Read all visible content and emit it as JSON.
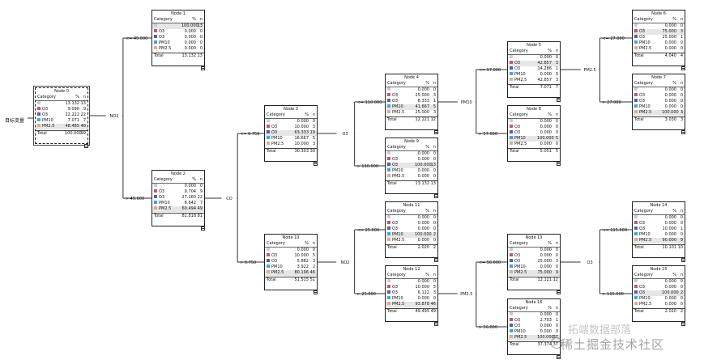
{
  "target_label": "目标变量",
  "watermark": {
    "text": "稀土掘金技术社区",
    "sub": "拓端数据部落"
  },
  "colors": {
    "blank": "#c9c8e6",
    "O3_a": "#c0587a",
    "O3": "#5a5fa8",
    "PM10": "#4aa5cc",
    "PM2.5": "#e3a98a"
  },
  "column_headers": {
    "category": "Category",
    "percent": "%",
    "n": "n"
  },
  "total_label": "Total",
  "nodes": [
    {
      "id": "n0",
      "title": "Node 0",
      "rows": [
        [
          "",
          "",
          "13.132",
          "13"
        ],
        [
          "O3_a",
          "O3",
          "9.090",
          "9"
        ],
        [
          "O3",
          "O3",
          "22.222",
          "22"
        ],
        [
          "PM10",
          "PM10",
          "7.071",
          "7"
        ],
        [
          "PM2.5",
          "PM2.5",
          "48.485",
          "48"
        ]
      ],
      "hl": 4,
      "total": [
        "100.000",
        "99"
      ]
    },
    {
      "id": "n1",
      "title": "Node 1",
      "rows": [
        [
          "",
          "",
          "100.000",
          "13"
        ],
        [
          "O3_a",
          "O3",
          "0.000",
          "0"
        ],
        [
          "O3",
          "O3",
          "0.000",
          "0"
        ],
        [
          "PM10",
          "PM10",
          "0.000",
          "0"
        ],
        [
          "PM2.5",
          "PM2.5",
          "0.000",
          "0"
        ]
      ],
      "hl": 0,
      "total": [
        "13.132",
        "13"
      ]
    },
    {
      "id": "n2",
      "title": "Node 2",
      "rows": [
        [
          "",
          "",
          "0.000",
          "0"
        ],
        [
          "O3_a",
          "O3",
          "9.704",
          "9"
        ],
        [
          "O3",
          "O3",
          "27.160",
          "22"
        ],
        [
          "PM10",
          "PM10",
          "8.642",
          "7"
        ],
        [
          "PM2.5",
          "PM2.5",
          "60.494",
          "49"
        ]
      ],
      "hl": 4,
      "total": [
        "81.818",
        "81"
      ]
    },
    {
      "id": "n3",
      "title": "Node 3",
      "rows": [
        [
          "",
          "",
          "0.000",
          "0"
        ],
        [
          "O3_a",
          "O3",
          "10.000",
          "3"
        ],
        [
          "O3",
          "O3",
          "63.333",
          "19"
        ],
        [
          "PM10",
          "PM10",
          "16.667",
          "5"
        ],
        [
          "PM2.5",
          "PM2.5",
          "10.000",
          "3"
        ]
      ],
      "hl": 2,
      "total": [
        "30.303",
        "30"
      ]
    },
    {
      "id": "n10",
      "title": "Node 10",
      "rows": [
        [
          "",
          "",
          "0.000",
          "0"
        ],
        [
          "O3_a",
          "O3",
          "10.000",
          "5"
        ],
        [
          "O3",
          "O3",
          "5.882",
          "3"
        ],
        [
          "PM10",
          "PM10",
          "3.922",
          "2"
        ],
        [
          "PM2.5",
          "PM2.5",
          "80.196",
          "46"
        ]
      ],
      "hl": 4,
      "total": [
        "51.515",
        "51"
      ]
    },
    {
      "id": "n4",
      "title": "Node 4",
      "rows": [
        [
          "",
          "",
          "0.000",
          "0"
        ],
        [
          "O3_a",
          "O3",
          "25.000",
          "3"
        ],
        [
          "O3",
          "O3",
          "8.333",
          "1"
        ],
        [
          "PM10",
          "PM10",
          "41.667",
          "5"
        ],
        [
          "PM2.5",
          "PM2.5",
          "25.000",
          "3"
        ]
      ],
      "hl": 3,
      "total": [
        "12.121",
        "12"
      ]
    },
    {
      "id": "n9",
      "title": "Node 9",
      "rows": [
        [
          "",
          "",
          "0.000",
          "0"
        ],
        [
          "O3_a",
          "O3",
          "0.000",
          "0"
        ],
        [
          "O3",
          "O3",
          "100.000",
          "13"
        ],
        [
          "PM10",
          "PM10",
          "0.000",
          "0"
        ],
        [
          "PM2.5",
          "PM2.5",
          "0.000",
          "0"
        ]
      ],
      "hl": 2,
      "total": [
        "13.132",
        "13"
      ]
    },
    {
      "id": "n11",
      "title": "Node 11",
      "rows": [
        [
          "",
          "",
          "0.000",
          "0"
        ],
        [
          "O3_a",
          "O3",
          "0.000",
          "0"
        ],
        [
          "O3",
          "O3",
          "0.000",
          "0"
        ],
        [
          "PM10",
          "PM10",
          "100.000",
          "2"
        ],
        [
          "PM2.5",
          "PM2.5",
          "0.000",
          "0"
        ]
      ],
      "hl": 3,
      "total": [
        "2.020",
        "2"
      ]
    },
    {
      "id": "n12",
      "title": "Node 12",
      "rows": [
        [
          "",
          "",
          "0.000",
          "0"
        ],
        [
          "O3_a",
          "O3",
          "10.000",
          "5"
        ],
        [
          "O3",
          "O3",
          "6.122",
          "3"
        ],
        [
          "PM10",
          "PM10",
          "0.000",
          "0"
        ],
        [
          "PM2.5",
          "PM2.5",
          "93.878",
          "46"
        ]
      ],
      "hl": 4,
      "total": [
        "49.495",
        "49"
      ]
    },
    {
      "id": "n5",
      "title": "Node 5",
      "rows": [
        [
          "",
          "",
          "0.000",
          "0"
        ],
        [
          "O3_a",
          "O3",
          "42.857",
          "3"
        ],
        [
          "O3",
          "O3",
          "14.286",
          "1"
        ],
        [
          "PM10",
          "PM10",
          "0.000",
          "0"
        ],
        [
          "PM2.5",
          "PM2.5",
          "42.857",
          "3"
        ]
      ],
      "hl": 1,
      "total": [
        "7.071",
        "7"
      ]
    },
    {
      "id": "n8",
      "title": "Node 8",
      "rows": [
        [
          "",
          "",
          "0.000",
          "0"
        ],
        [
          "O3_a",
          "O3",
          "0.000",
          "0"
        ],
        [
          "O3",
          "O3",
          "0.000",
          "0"
        ],
        [
          "PM10",
          "PM10",
          "100.000",
          "5"
        ],
        [
          "PM2.5",
          "PM2.5",
          "0.000",
          "0"
        ]
      ],
      "hl": 3,
      "total": [
        "5.051",
        "5"
      ]
    },
    {
      "id": "n13",
      "title": "Node 13",
      "rows": [
        [
          "",
          "",
          "0.000",
          "0"
        ],
        [
          "O3_a",
          "O3",
          "0.000",
          "0"
        ],
        [
          "O3",
          "O3",
          "25.000",
          "3"
        ],
        [
          "PM10",
          "PM10",
          "0.000",
          "0"
        ],
        [
          "PM2.5",
          "PM2.5",
          "75.000",
          "9"
        ]
      ],
      "hl": 4,
      "total": [
        "12.121",
        "12"
      ]
    },
    {
      "id": "n16",
      "title": "Node 16",
      "rows": [
        [
          "",
          "",
          "0.000",
          "0"
        ],
        [
          "O3_a",
          "O3",
          "2.703",
          "1"
        ],
        [
          "O3",
          "O3",
          "0.000",
          "0"
        ],
        [
          "PM10",
          "PM10",
          "0.000",
          "0"
        ],
        [
          "PM2.5",
          "PM2.5",
          "100.000",
          "37"
        ]
      ],
      "hl": 4,
      "total": [
        "37.374",
        "37"
      ]
    },
    {
      "id": "n6",
      "title": "Node 6",
      "rows": [
        [
          "",
          "",
          "0.000",
          "0"
        ],
        [
          "O3_a",
          "O3",
          "75.000",
          "3"
        ],
        [
          "O3",
          "O3",
          "25.000",
          "1"
        ],
        [
          "PM10",
          "PM10",
          "0.000",
          "0"
        ],
        [
          "PM2.5",
          "PM2.5",
          "0.000",
          "0"
        ]
      ],
      "hl": 1,
      "total": [
        "4.040",
        "4"
      ]
    },
    {
      "id": "n7",
      "title": "Node 7",
      "rows": [
        [
          "",
          "",
          "0.000",
          "0"
        ],
        [
          "O3_a",
          "O3",
          "0.000",
          "0"
        ],
        [
          "O3",
          "O3",
          "0.000",
          "0"
        ],
        [
          "PM10",
          "PM10",
          "0.000",
          "0"
        ],
        [
          "PM2.5",
          "PM2.5",
          "100.000",
          "3"
        ]
      ],
      "hl": 4,
      "total": [
        "3.030",
        "3"
      ]
    },
    {
      "id": "n14",
      "title": "Node 14",
      "rows": [
        [
          "",
          "",
          "0.000",
          "0"
        ],
        [
          "O3_a",
          "O3",
          "0.000",
          "0"
        ],
        [
          "O3",
          "O3",
          "10.000",
          "1"
        ],
        [
          "PM10",
          "PM10",
          "0.000",
          "0"
        ],
        [
          "PM2.5",
          "PM2.5",
          "90.000",
          "9"
        ]
      ],
      "hl": 4,
      "total": [
        "10.101",
        "10"
      ]
    },
    {
      "id": "n15",
      "title": "Node 15",
      "rows": [
        [
          "",
          "",
          "0.000",
          "0"
        ],
        [
          "O3_a",
          "O3",
          "0.000",
          "0"
        ],
        [
          "O3",
          "O3",
          "100.000",
          "2"
        ],
        [
          "PM10",
          "PM10",
          "0.000",
          "0"
        ],
        [
          "PM2.5",
          "PM2.5",
          "0.000",
          "0"
        ]
      ],
      "hl": 2,
      "total": [
        "2.020",
        "2"
      ]
    }
  ],
  "splits": [
    {
      "from": "n0",
      "var": "NO2",
      "children": [
        {
          "to": "n1",
          "cond": "<= 49.000"
        },
        {
          "to": "n2",
          "cond": "> 49.000"
        }
      ]
    },
    {
      "from": "n2",
      "var": "CO",
      "children": [
        {
          "to": "n3",
          "cond": "<= 0.750"
        },
        {
          "to": "n10",
          "cond": "> 0.750"
        }
      ]
    },
    {
      "from": "n3",
      "var": "O3",
      "children": [
        {
          "to": "n4",
          "cond": "<= 110.000"
        },
        {
          "to": "n9",
          "cond": "> 110.000"
        }
      ]
    },
    {
      "from": "n10",
      "var": "NO2",
      "children": [
        {
          "to": "n11",
          "cond": "<= 25.000"
        },
        {
          "to": "n12",
          "cond": "> 25.000"
        }
      ]
    },
    {
      "from": "n4",
      "var": "PM10",
      "children": [
        {
          "to": "n5",
          "cond": "<= 57.000"
        },
        {
          "to": "n8",
          "cond": "> 57.000"
        }
      ]
    },
    {
      "from": "n12",
      "var": "PM2.5",
      "children": [
        {
          "to": "n13",
          "cond": "<= 56.000"
        },
        {
          "to": "n16",
          "cond": "> 56.000"
        }
      ]
    },
    {
      "from": "n5",
      "var": "PM2.5",
      "children": [
        {
          "to": "n6",
          "cond": "<= 27.000"
        },
        {
          "to": "n7",
          "cond": "> 27.000"
        }
      ]
    },
    {
      "from": "n13",
      "var": "O3",
      "children": [
        {
          "to": "n14",
          "cond": "<= 115.000"
        },
        {
          "to": "n15",
          "cond": "> 115.000"
        }
      ]
    }
  ]
}
